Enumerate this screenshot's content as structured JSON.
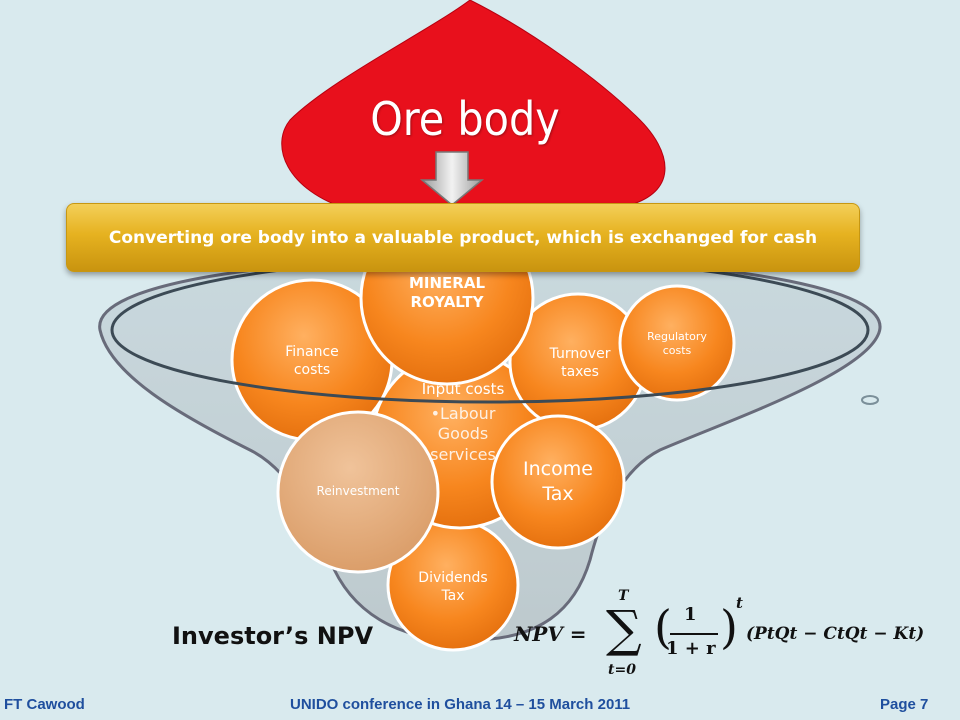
{
  "ore_body": {
    "title": "Ore body"
  },
  "banner": {
    "text": "Converting ore body into a valuable product, which is exchanged for cash"
  },
  "circles": {
    "mineral_royalty": [
      "MINERAL",
      "ROYALTY"
    ],
    "finance_costs": [
      "Finance",
      "costs"
    ],
    "turnover_taxes": [
      "Turnover",
      "taxes"
    ],
    "regulatory_costs": [
      "Regulatory",
      "costs"
    ],
    "input_costs": {
      "title": "Input costs",
      "items": [
        "•Labour",
        "Goods",
        "services"
      ]
    },
    "income_tax": [
      "Income",
      "Tax"
    ],
    "reinvestment": "Reinvestment",
    "dividends_tax": [
      "Dividends",
      "Tax"
    ]
  },
  "npv": {
    "label": "Investor’s NPV",
    "formula": {
      "lhs": "NPV =",
      "sum_top": "T",
      "sum_bottom": "t=0",
      "frac_num": "1",
      "frac_den": "1 + r",
      "exponent": "t",
      "rhs": "(PtQt − CtQt − Kt)"
    }
  },
  "footer": {
    "left": "FT Cawood",
    "center": "UNIDO conference in Ghana 14 – 15 March 2011",
    "right": "Page 7"
  },
  "colors": {
    "ore_red": "#e8101c",
    "banner_gold": "#e6b220",
    "circle_orange": "#f58a1f",
    "footer_blue": "#1f4f9e"
  }
}
